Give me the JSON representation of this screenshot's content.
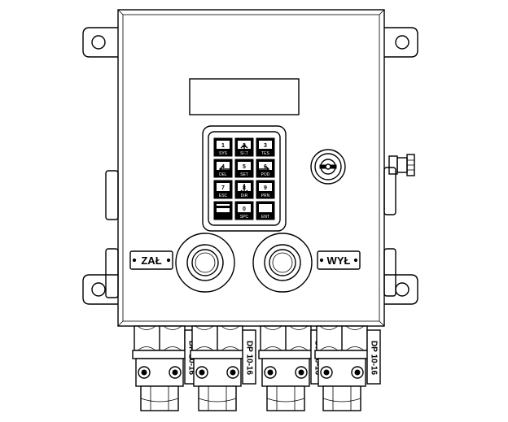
{
  "labels": {
    "on": "ZAŁ",
    "off": "WYŁ",
    "gland": "DP 10-16"
  },
  "keypad": {
    "keys": [
      {
        "num": "1",
        "sub": "SYS"
      },
      {
        "num": "2",
        "sub": "SET"
      },
      {
        "num": "3",
        "sub": "TES"
      },
      {
        "num": "4",
        "sub": "DEL"
      },
      {
        "num": "5",
        "sub": "SET"
      },
      {
        "num": "6",
        "sub": "POD"
      },
      {
        "num": "7",
        "sub": "ESC"
      },
      {
        "num": "8",
        "sub": "DIR"
      },
      {
        "num": "9",
        "sub": "PRN"
      },
      {
        "num": "",
        "sub": ""
      },
      {
        "num": "0",
        "sub": "SPC"
      },
      {
        "num": "",
        "sub": "ENT"
      }
    ]
  },
  "colors": {
    "line": "#000000",
    "background": "#ffffff"
  }
}
